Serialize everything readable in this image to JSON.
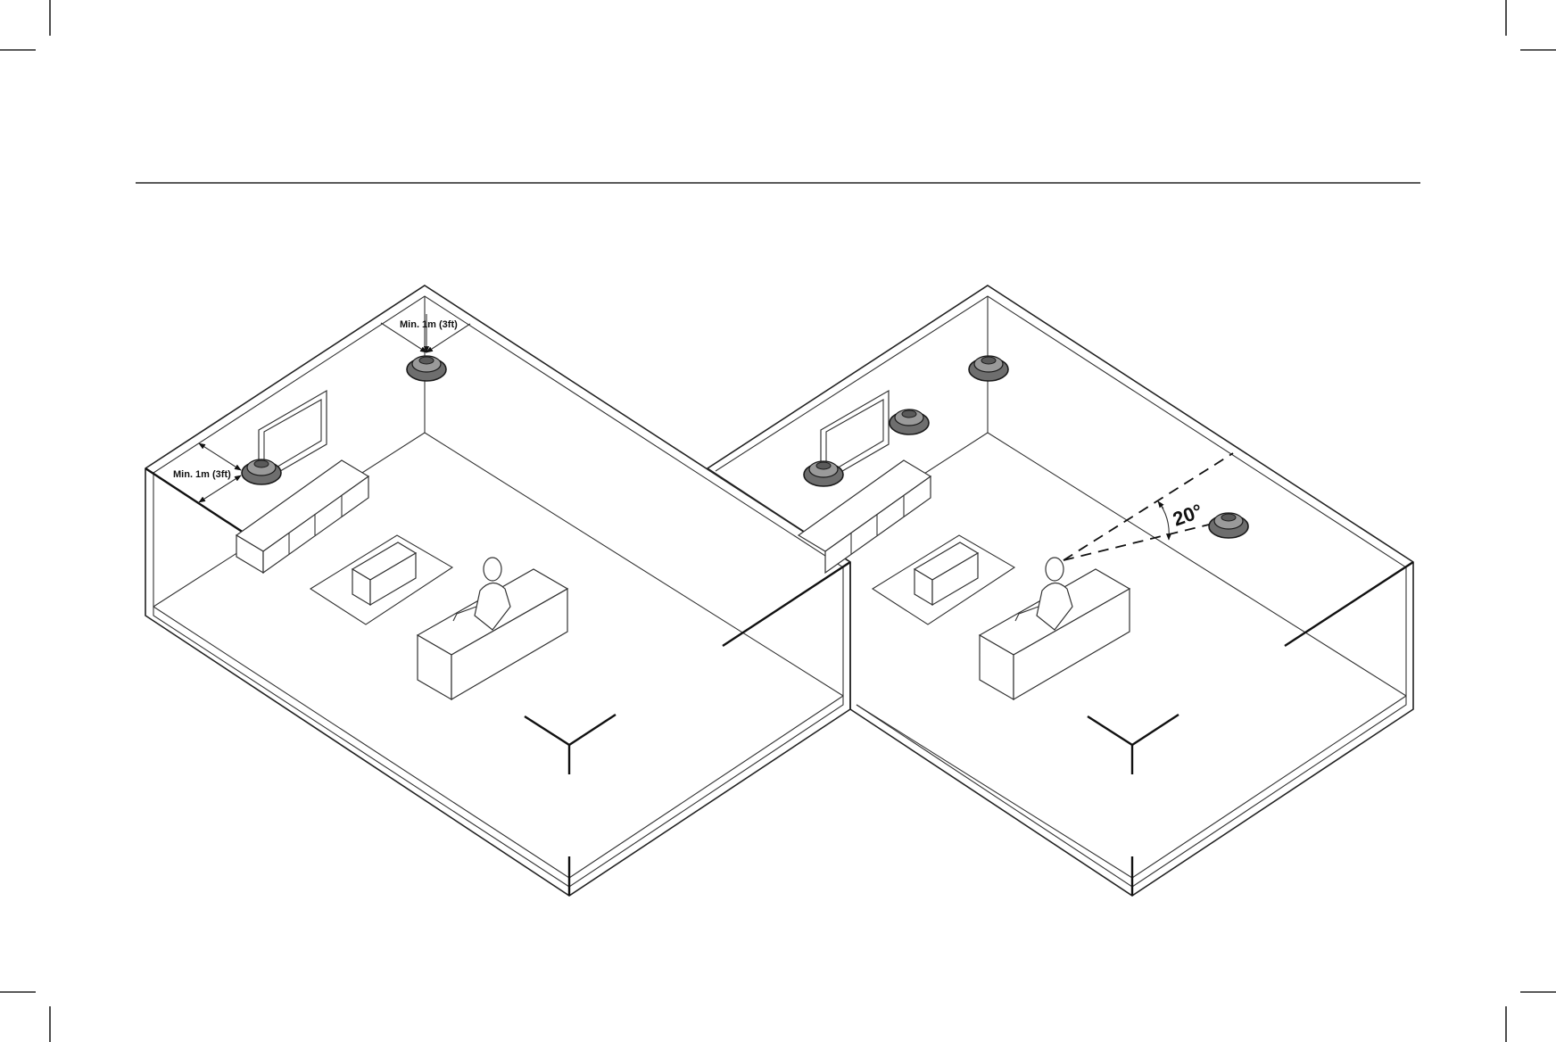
{
  "diagram": {
    "room_a": {
      "dimension_label_ceiling": "Min. 1m (3ft)",
      "dimension_label_wall": "Min. 1m (3ft)"
    },
    "room_b": {
      "angle_label": "20°"
    }
  }
}
